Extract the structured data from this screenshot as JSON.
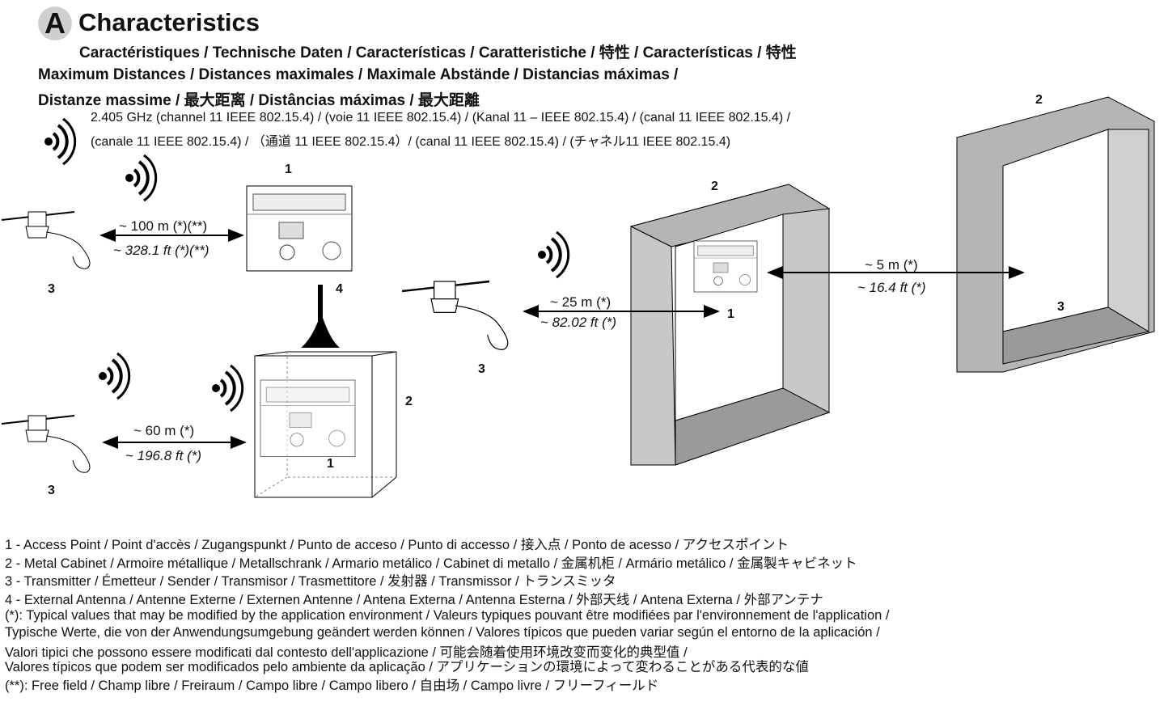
{
  "header": {
    "badge": "A",
    "title": "Characteristics",
    "subtitle": "Caractéristiques / Technische Daten / Características / Caratteristiche /  特性 / Características / 特性",
    "max_distances_line1": "Maximum Distances / Distances maximales / Maximale Abstände / Distancias máximas /",
    "max_distances_line2": "Distanze massime / 最大距离 / Distâncias máximas / 最大距離",
    "frequency_line1": "2.405 GHz (channel 11 IEEE 802.15.4) / (voie 11 IEEE 802.15.4) / (Kanal 11 – IEEE 802.15.4) / (canal 11 IEEE 802.15.4) /",
    "frequency_line2": "(canale 11 IEEE 802.15.4) / （通道 11 IEEE 802.15.4）/ (canal 11 IEEE 802.15.4) / (チャネル11 IEEE 802.15.4)"
  },
  "diagram": {
    "labels": {
      "access_point": "1",
      "metal_cabinet": "2",
      "transmitter": "3",
      "antenna": "4"
    },
    "distances": [
      {
        "metric": "~ 100 m (*)(**)",
        "imperial": "~ 328.1 ft (*)(**)"
      },
      {
        "metric": "~ 60 m (*)",
        "imperial": "~ 196.8 ft (*)"
      },
      {
        "metric": "~ 25 m (*)",
        "imperial": "~ 82.02 ft (*)"
      },
      {
        "metric": "~ 5 m (*)",
        "imperial": "~ 16.4 ft (*)"
      }
    ]
  },
  "legend": [
    "1 - Access Point / Point d'accès / Zugangspunkt / Punto de acceso / Punto di accesso / 接入点 / Ponto de acesso / アクセスポイント",
    "2 - Metal Cabinet / Armoire métallique / Metallschrank / Armario metálico / Cabinet di metallo / 金属机柜 / Armário metálico / 金属製キャビネット",
    "3 - Transmitter / Émetteur / Sender / Transmisor / Trasmettitore / 发射器 / Transmissor / トランスミッタ",
    "4 - External Antenna / Antenne Externe / Externen Antenne / Antena Externa / Antenna Esterna / 外部天线 / Antena Externa / 外部アンテナ"
  ],
  "footnotes": [
    "(*): Typical values that may be modified by the application environment / Valeurs typiques pouvant être modifiées par l'environnement de l'application /",
    "Typische Werte, die von der Anwendungsumgebung geändert werden können / Valores típicos que pueden variar según el entorno de la aplicación /",
    "Valori tipici che possono essere modificati dal contesto dell'applicazione / 可能会随着使用环境改变而变化的典型值 /",
    "Valores típicos que podem ser modificados pelo ambiente da aplicação / アプリケーションの環境によって変わることがある代表的な値",
    "(**): Free field / Champ libre / Freiraum / Campo libre / Campo libero / 自由场 / Campo livre / フリーフィールド"
  ]
}
